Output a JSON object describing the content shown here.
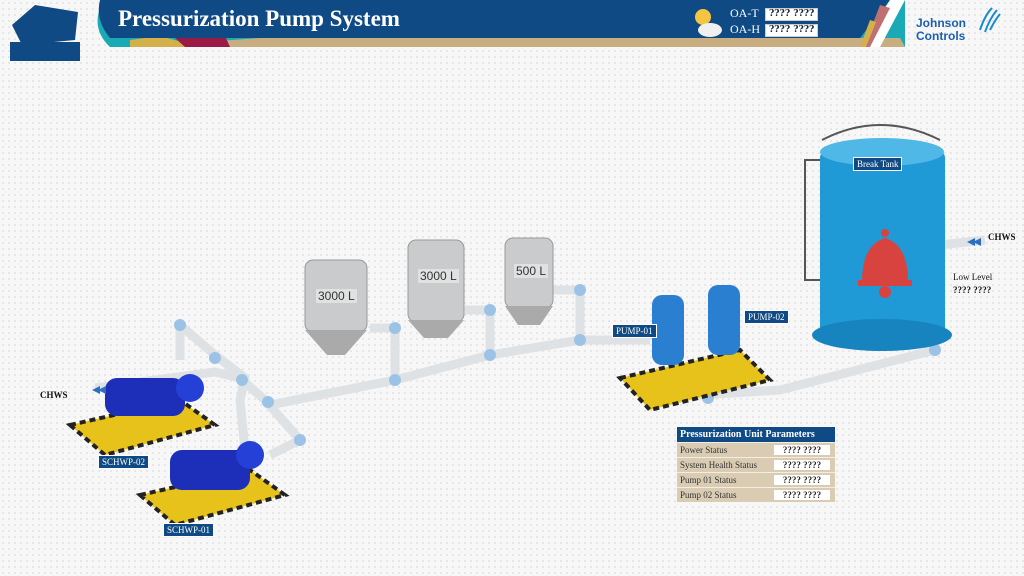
{
  "header": {
    "title": "Pressurization Pump System",
    "oa_t_label": "OA-T",
    "oa_t_value": "???? ????",
    "oa_h_label": "OA-H",
    "oa_h_value": "???? ????",
    "brand_line1": "Johnson",
    "brand_line2": "Controls"
  },
  "diagram": {
    "chws_left": "CHWS",
    "chws_right": "CHWS",
    "schwp02": "SCHWP-02",
    "schwp01": "SCHWP-01",
    "tank1": "3000 L",
    "tank2": "3000 L",
    "tank3": "500 L",
    "pump01": "PUMP-01",
    "pump02": "PUMP-02",
    "break_tank": "Break Tank",
    "low_level_label": "Low Level",
    "low_level_value": "???? ????"
  },
  "params": {
    "title": "Pressurization Unit Parameters",
    "rows": [
      {
        "label": "Power Status",
        "value": "???? ????"
      },
      {
        "label": "System Health Status",
        "value": "???? ????"
      },
      {
        "label": "Pump 01 Status",
        "value": "???? ????"
      },
      {
        "label": "Pump 02 Status",
        "value": "???? ????"
      }
    ]
  },
  "colors": {
    "header_blue": "#0f4a85",
    "gold": "#d4b04a",
    "maroon": "#9a1b45",
    "tan": "#c7ad7f",
    "teal": "#1aaab5",
    "pipe": "#e6e8ea",
    "joint": "#9cc3e6",
    "tank_blue": "#1f9ad6",
    "alarm": "#d9433f"
  }
}
